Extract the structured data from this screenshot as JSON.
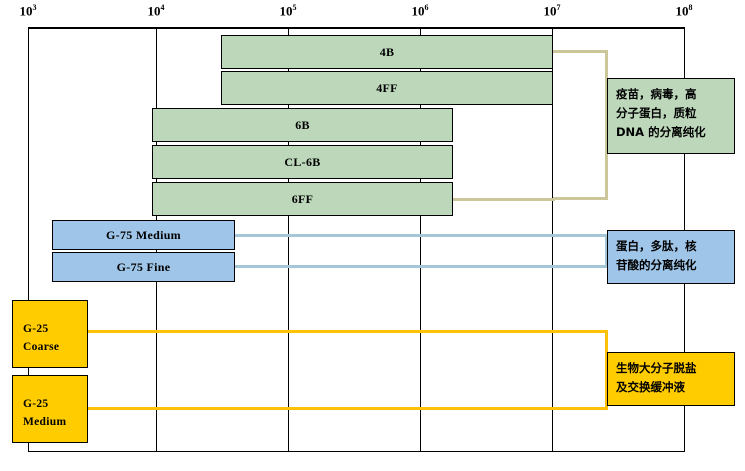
{
  "chart_data": {
    "type": "bar",
    "title": "",
    "xlabel": "",
    "ylabel": "",
    "scale": "log10",
    "axis": {
      "ticks": [
        {
          "label": "10",
          "exp": "3",
          "value": 1000
        },
        {
          "label": "10",
          "exp": "4",
          "value": 10000
        },
        {
          "label": "10",
          "exp": "5",
          "value": 100000
        },
        {
          "label": "10",
          "exp": "6",
          "value": 1000000
        },
        {
          "label": "10",
          "exp": "7",
          "value": 10000000
        },
        {
          "label": "10",
          "exp": "8",
          "value": 100000000
        }
      ],
      "xlim": [
        1000,
        100000000
      ],
      "grid": true,
      "position": "top"
    },
    "categories": [
      "4B",
      "4FF",
      "6B",
      "CL-6B",
      "6FF",
      "G-75 Medium",
      "G-75 Fine",
      "G-25 Coarse",
      "G-25 Medium"
    ],
    "series": [
      {
        "name": "4B",
        "group": "agarose",
        "color": "#bcd7ba",
        "range_start": 60000,
        "range_end": 20000000
      },
      {
        "name": "4FF",
        "group": "agarose",
        "color": "#bcd7ba",
        "range_start": 60000,
        "range_end": 20000000
      },
      {
        "name": "6B",
        "group": "agarose",
        "color": "#bcd7ba",
        "range_start": 10000,
        "range_end": 4000000
      },
      {
        "name": "CL-6B",
        "group": "agarose",
        "color": "#bcd7ba",
        "range_start": 10000,
        "range_end": 4000000
      },
      {
        "name": "6FF",
        "group": "agarose",
        "color": "#bcd7ba",
        "range_start": 10000,
        "range_end": 4000000
      },
      {
        "name": "G-75 Medium",
        "group": "sephadex-g75",
        "color": "#9fc5e8",
        "range_start": 1300,
        "range_end": 30000
      },
      {
        "name": "G-75 Fine",
        "group": "sephadex-g75",
        "color": "#9fc5e8",
        "range_start": 1300,
        "range_end": 30000
      },
      {
        "name": "G-25 Coarse",
        "group": "sephadex-g25",
        "color": "#ffcc00",
        "range_start": 1000,
        "range_end": 5000
      },
      {
        "name": "G-25 Medium",
        "group": "sephadex-g25",
        "color": "#ffcc00",
        "range_start": 1000,
        "range_end": 5000
      }
    ],
    "annotations": [
      {
        "id": "green-note",
        "text": "疫苗，病毒，高分子蛋白，质粒DNA的分离纯化",
        "lines": [
          "疫苗，病毒，高",
          "分子蛋白，质粒",
          "DNA 的分离纯化"
        ],
        "color": "#bcd7ba",
        "connector_color": "#ccc79a",
        "applies_to": [
          "4B",
          "4FF",
          "6B",
          "CL-6B",
          "6FF"
        ]
      },
      {
        "id": "blue-note",
        "text": "蛋白，多肽，核苷酸的分离纯化",
        "lines": [
          "蛋白，多肽，核",
          "苷酸的分离纯化"
        ],
        "color": "#9fc5e8",
        "connector_color": "#a4c7d8",
        "applies_to": [
          "G-75 Medium",
          "G-75 Fine"
        ]
      },
      {
        "id": "yellow-note",
        "text": "生物大分子脱盐及交换缓冲液",
        "lines": [
          "生物大分子脱盐",
          "及交换缓冲液"
        ],
        "color": "#ffcc00",
        "connector_color": "#ffc107",
        "applies_to": [
          "G-25 Coarse",
          "G-25 Medium"
        ]
      }
    ]
  },
  "bars": {
    "b0": {
      "label": "4B"
    },
    "b1": {
      "label": "4FF"
    },
    "b2": {
      "label": "6B"
    },
    "b3": {
      "label": "CL-6B"
    },
    "b4": {
      "label": "6FF"
    },
    "b5": {
      "label": "G-75 Medium"
    },
    "b6": {
      "label": "G-75 Fine"
    },
    "b7": {
      "label_line1": "G-25",
      "label_line2": "Coarse"
    },
    "b8": {
      "label_line1": "G-25",
      "label_line2": "Medium"
    }
  },
  "ticks": {
    "t0": {
      "base": "10",
      "exp": "3"
    },
    "t1": {
      "base": "10",
      "exp": "4"
    },
    "t2": {
      "base": "10",
      "exp": "5"
    },
    "t3": {
      "base": "10",
      "exp": "6"
    },
    "t4": {
      "base": "10",
      "exp": "7"
    },
    "t5": {
      "base": "10",
      "exp": "8"
    }
  },
  "notes": {
    "green": {
      "l1": "疫苗，病毒，高",
      "l2": "分子蛋白，质粒",
      "l3": "DNA 的分离纯化"
    },
    "blue": {
      "l1": "蛋白，多肽，核",
      "l2": "苷酸的分离纯化"
    },
    "yellow": {
      "l1": "生物大分子脱盐",
      "l2": "及交换缓冲液"
    }
  }
}
